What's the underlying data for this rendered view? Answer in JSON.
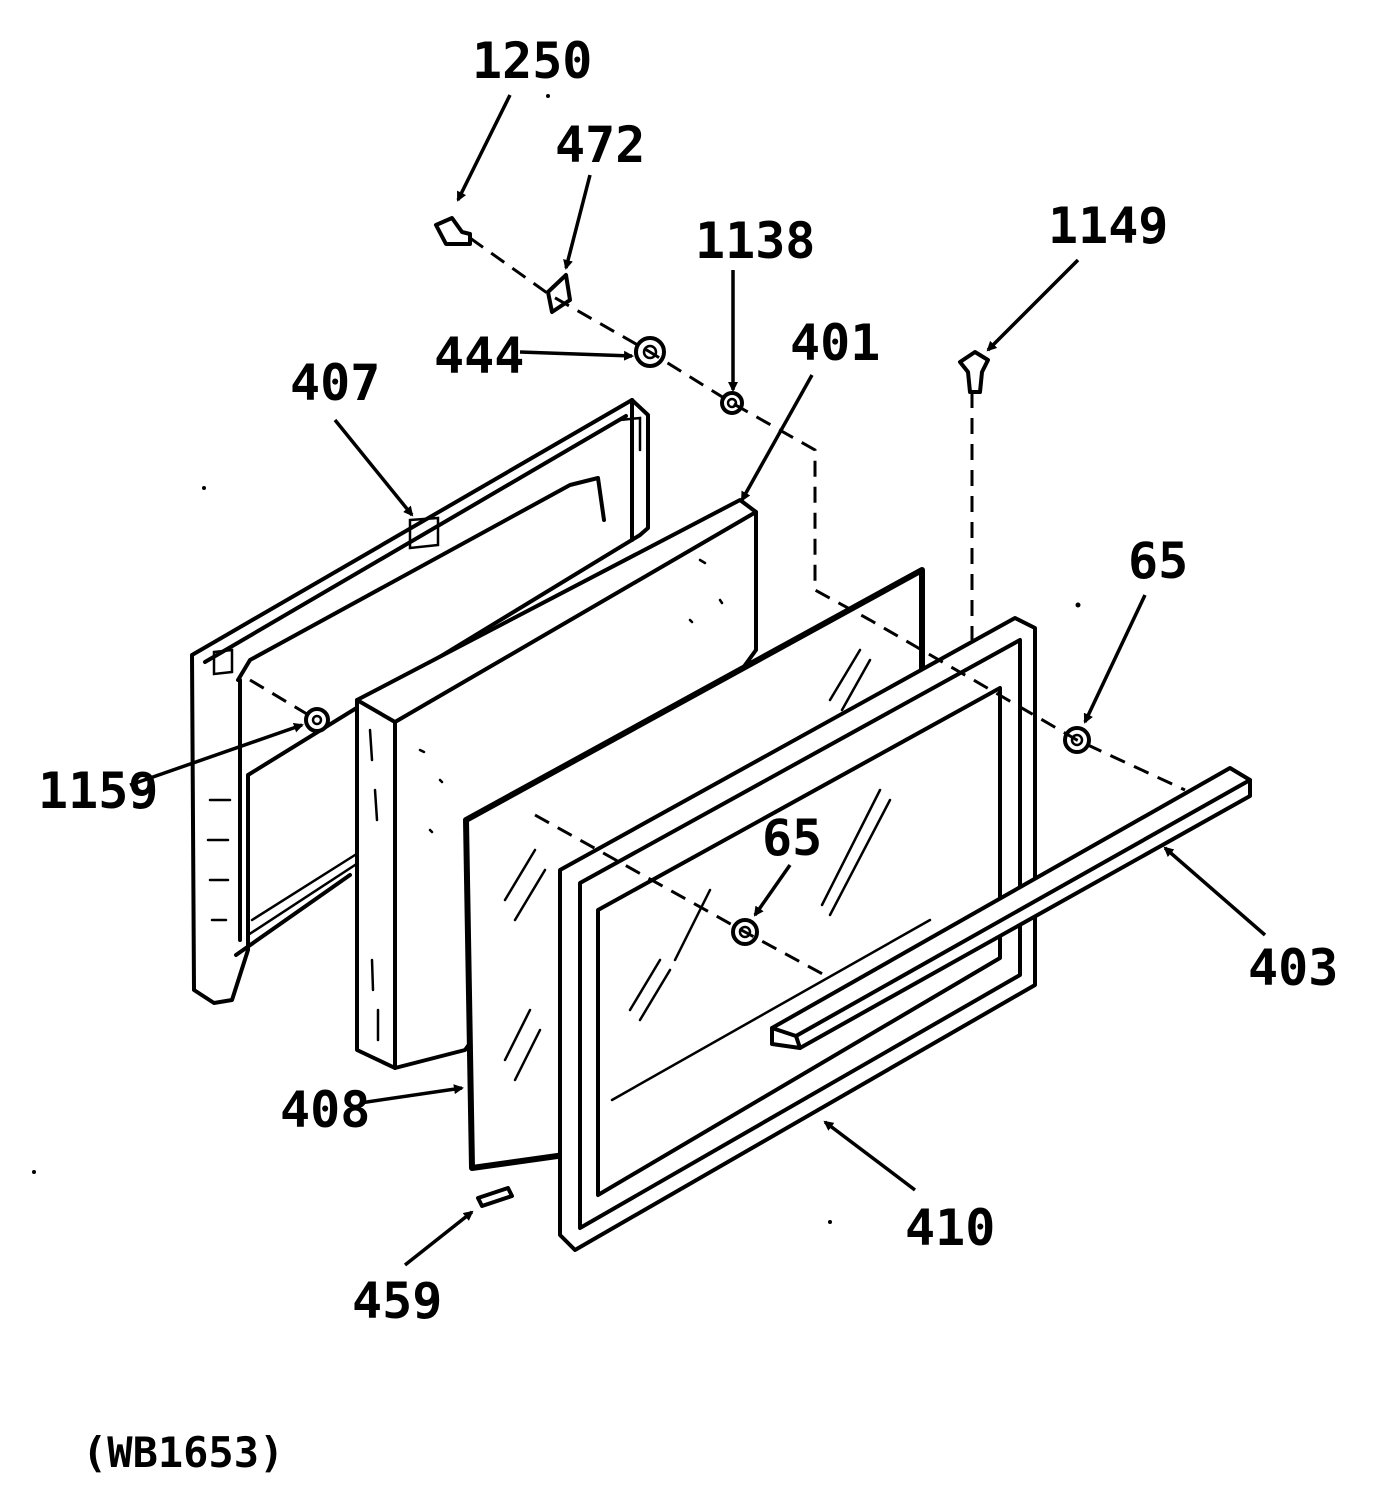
{
  "diagram": {
    "callouts": {
      "c1250": "1250",
      "c472": "472",
      "c1138": "1138",
      "c1149": "1149",
      "c444": "444",
      "c401": "401",
      "c407": "407",
      "c65_right": "65",
      "c65_center": "65",
      "c1159": "1159",
      "c403": "403",
      "c408": "408",
      "c410": "410",
      "c459": "459"
    },
    "figure_code": "(WB1653)"
  }
}
